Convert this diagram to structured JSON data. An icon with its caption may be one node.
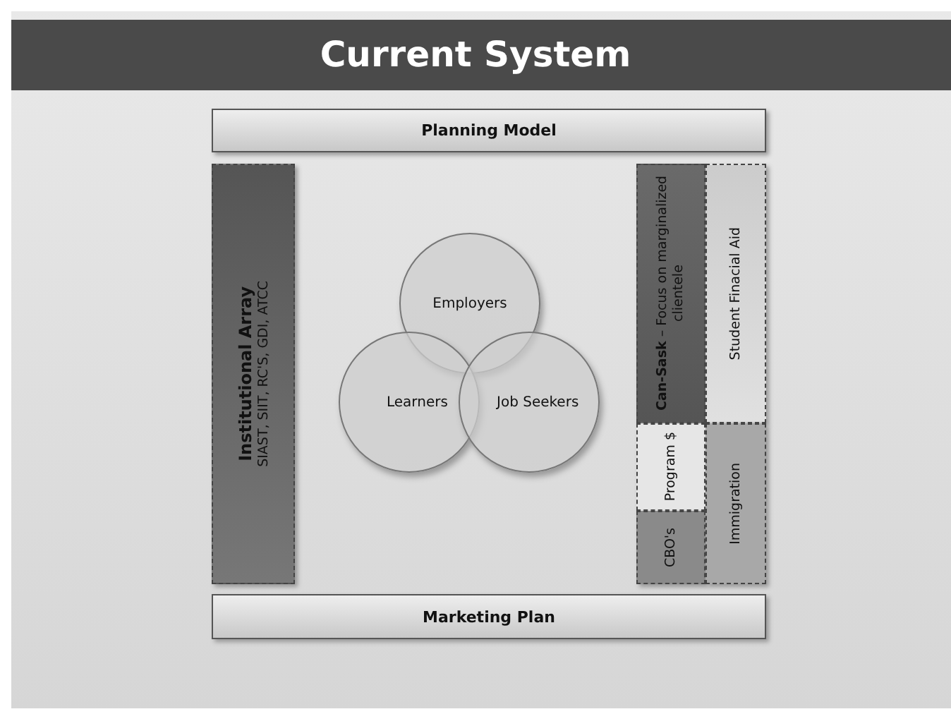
{
  "diagram": {
    "title": "Current System",
    "nodes": [
      {
        "text": [
          "Planning Model"
        ]
      },
      {
        "text": [
          "Institutional Array",
          "SIAST, SIIT, RC'S, GDI, ATCC"
        ]
      },
      {
        "text": [
          "Employers"
        ]
      },
      {
        "text": [
          "Learners"
        ]
      },
      {
        "text": [
          "Job Seekers"
        ]
      },
      {
        "text": [
          "**Can-Sask** – Focus on marginalized clientele"
        ]
      },
      {
        "text": [
          "Student Finacial Aid"
        ]
      },
      {
        "text": [
          "Program $"
        ]
      },
      {
        "text": [
          "CBO's"
        ]
      },
      {
        "text": [
          "Immigration"
        ]
      },
      {
        "text": [
          "Marketing Plan"
        ]
      }
    ]
  }
}
